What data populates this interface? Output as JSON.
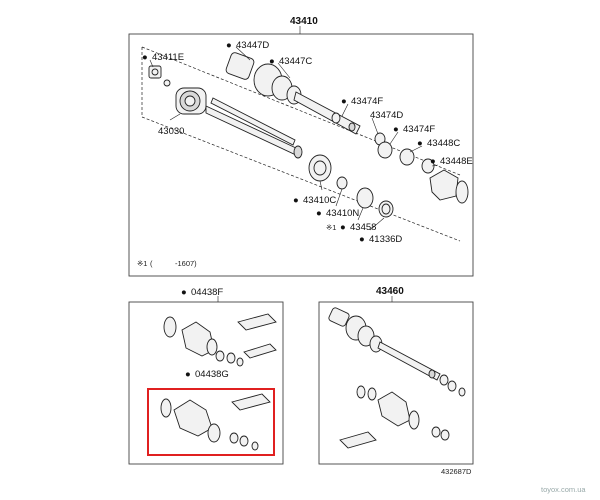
{
  "assemblies": {
    "main_number": "43410",
    "lower_left_number": "04438F",
    "lower_right_number": "43460"
  },
  "labels": {
    "p43447D": "43447D",
    "p43447C": "43447C",
    "p43411E": "43411E",
    "p43030": "43030",
    "p43474F_a": "43474F",
    "p43474D": "43474D",
    "p43474F_b": "43474F",
    "p43448C": "43448C",
    "p43448E": "43448E",
    "p43410C": "43410C",
    "p43410N": "43410N",
    "p43458": "43458",
    "p41336D": "41336D",
    "p04438G": "04438G"
  },
  "marks": {
    "bullet": "●",
    "note_mark": "※1"
  },
  "footnote": {
    "mark": "※1",
    "paren_open": "(",
    "range": "-1607)"
  },
  "diagram_code": "432687D",
  "watermark": "toyox.com.ua",
  "highlight_color": "#e02020"
}
